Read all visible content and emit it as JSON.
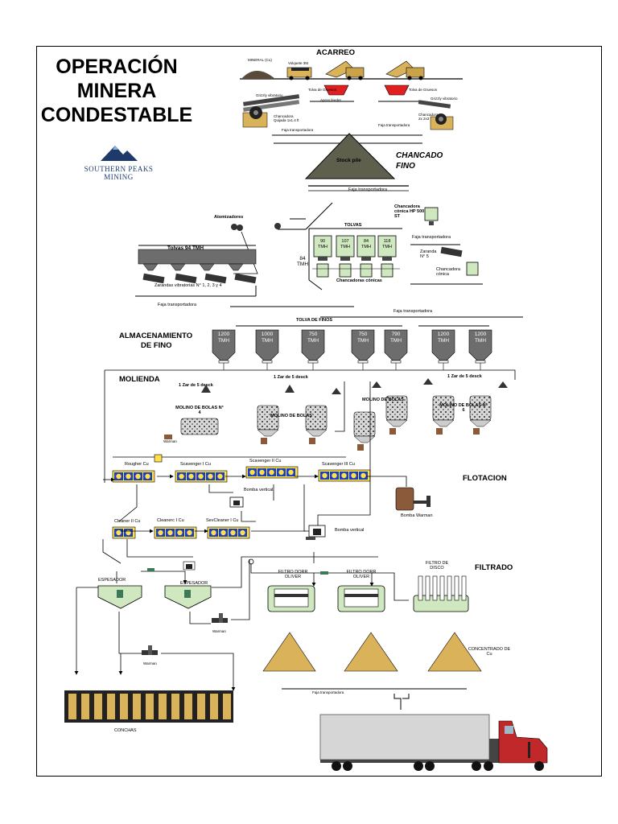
{
  "title": {
    "line1": "OPERACIÓN",
    "line2": "MINERA",
    "line3": "CONDESTABLE"
  },
  "logo": {
    "line1": "SOUTHERN PEAKS",
    "line2": "MINING"
  },
  "sections": {
    "acarreo": "ACARREO",
    "chancado_line1": "CHANCADO",
    "chancado_line2": "FINO",
    "almacenamiento_line1": "ALMACENAMIENTO",
    "almacenamiento_line2": "DE FINO",
    "molienda": "MOLIENDA",
    "flotacion": "FLOTACION",
    "filtrado": "FILTRADO"
  },
  "labels": {
    "mineral_cu": "MINERAL (Cu)",
    "volquete": "Volquete 35t",
    "tolva_left": "Tolva de Gruesos",
    "tolva_right": "Tolva de Gruesos",
    "apron": "Apron feeder",
    "grizzly_left": "Grizzly vibratorio",
    "grizzly_right": "Grizzly vibratorio",
    "chancadora_left": "Chancadora Quijada 1x1.4 ft",
    "chancadora_right": "Chancadora 2x 2x3",
    "faja_1": "Faja transportadora",
    "faja_2": "Faja transportadora",
    "stock_pile": "Stock pile",
    "faja_3": "Faja transportadora",
    "atomizadores": "Atomizadores",
    "tolvas": "TOLVAS",
    "chancadora_conica_hp": "Chancadora cónica HP 500 ST",
    "faja_4": "Faja transportadora",
    "tolvas_94": "Tolvas 94 TMH",
    "tmh_84": "84 TMH",
    "zaranda_n5": "Zaranda N° 5",
    "chancadora_conica": "Chancadora cónica",
    "chancadoras_conicas": "Chancadoras cónicas",
    "zarandas": "Zarandas vibratorias N° 1, 2, 3 y 4",
    "faja_5": "Faja transportadora",
    "faja_6": "Faja transportadora",
    "tolva_finos": "TOLVA DE FINOS",
    "zar_1": "1 Zar de 5 desck",
    "zar_2": "1 Zar de 5 desck",
    "zar_3": "1 Zar de 5 desck",
    "molino_4": "MOLINO DE BOLAS N° 4",
    "molino_a": "MOLINO DE BOLAS",
    "molino_b": "MOLINO DE BOLAS",
    "molino_n6": "MOLINO DE BOLAS N° 6",
    "warman_1": "Warman",
    "rougher": "Rougher Cu",
    "scavenger_1": "Scavenger I Cu",
    "scavenger_2": "Scavenger II Cu",
    "scavenger_3": "Scavenger III Cu",
    "bomba_vertical_1": "Bomba vertical",
    "bomba_warman": "Bomba Warman",
    "cleaner_2": "Cleaner II Cu",
    "cleaner_1": "Cleanerc I Cu",
    "sevcleaner": "SevCleaner I Cu",
    "bomba_vertical_2": "Bomba vertical",
    "espesador_1": "ESPESADOR",
    "espesador_2": "ESPESADOR",
    "warman_2": "Warman",
    "warman_3": "Warman",
    "filtro_dorr_1": "FILTRO DORR OLIVER",
    "filtro_dorr_2": "FILTRO DORR OLIVER",
    "filtro_disco": "FILTRO DE DISCO",
    "concentrado": "CONCENTRADO DE Cu",
    "faja_final": "Faja transportadora",
    "conchas": "CONCHAS"
  },
  "tolvas_small": [
    {
      "value": "90",
      "unit": "TMH"
    },
    {
      "value": "107",
      "unit": "TMH"
    },
    {
      "value": "84",
      "unit": "TMH"
    },
    {
      "value": "118",
      "unit": "TMH"
    }
  ],
  "silos": [
    {
      "value": "1200",
      "unit": "TMH"
    },
    {
      "value": "1000",
      "unit": "TMH"
    },
    {
      "value": "750",
      "unit": "TMH"
    },
    {
      "value": "750",
      "unit": "TMH"
    },
    {
      "value": "790",
      "unit": "TMH"
    },
    {
      "value": "1200",
      "unit": "TMH"
    },
    {
      "value": "1200",
      "unit": "TMH"
    }
  ],
  "colors": {
    "silo": "#6d6d6d",
    "ore": "#d9b25a",
    "green": "#cfe8c0",
    "flot_blue": "#1a3fbf",
    "flot_yellow": "#ffe04a",
    "truck_red": "#c0282a",
    "bomba": "#8a5a3a"
  }
}
